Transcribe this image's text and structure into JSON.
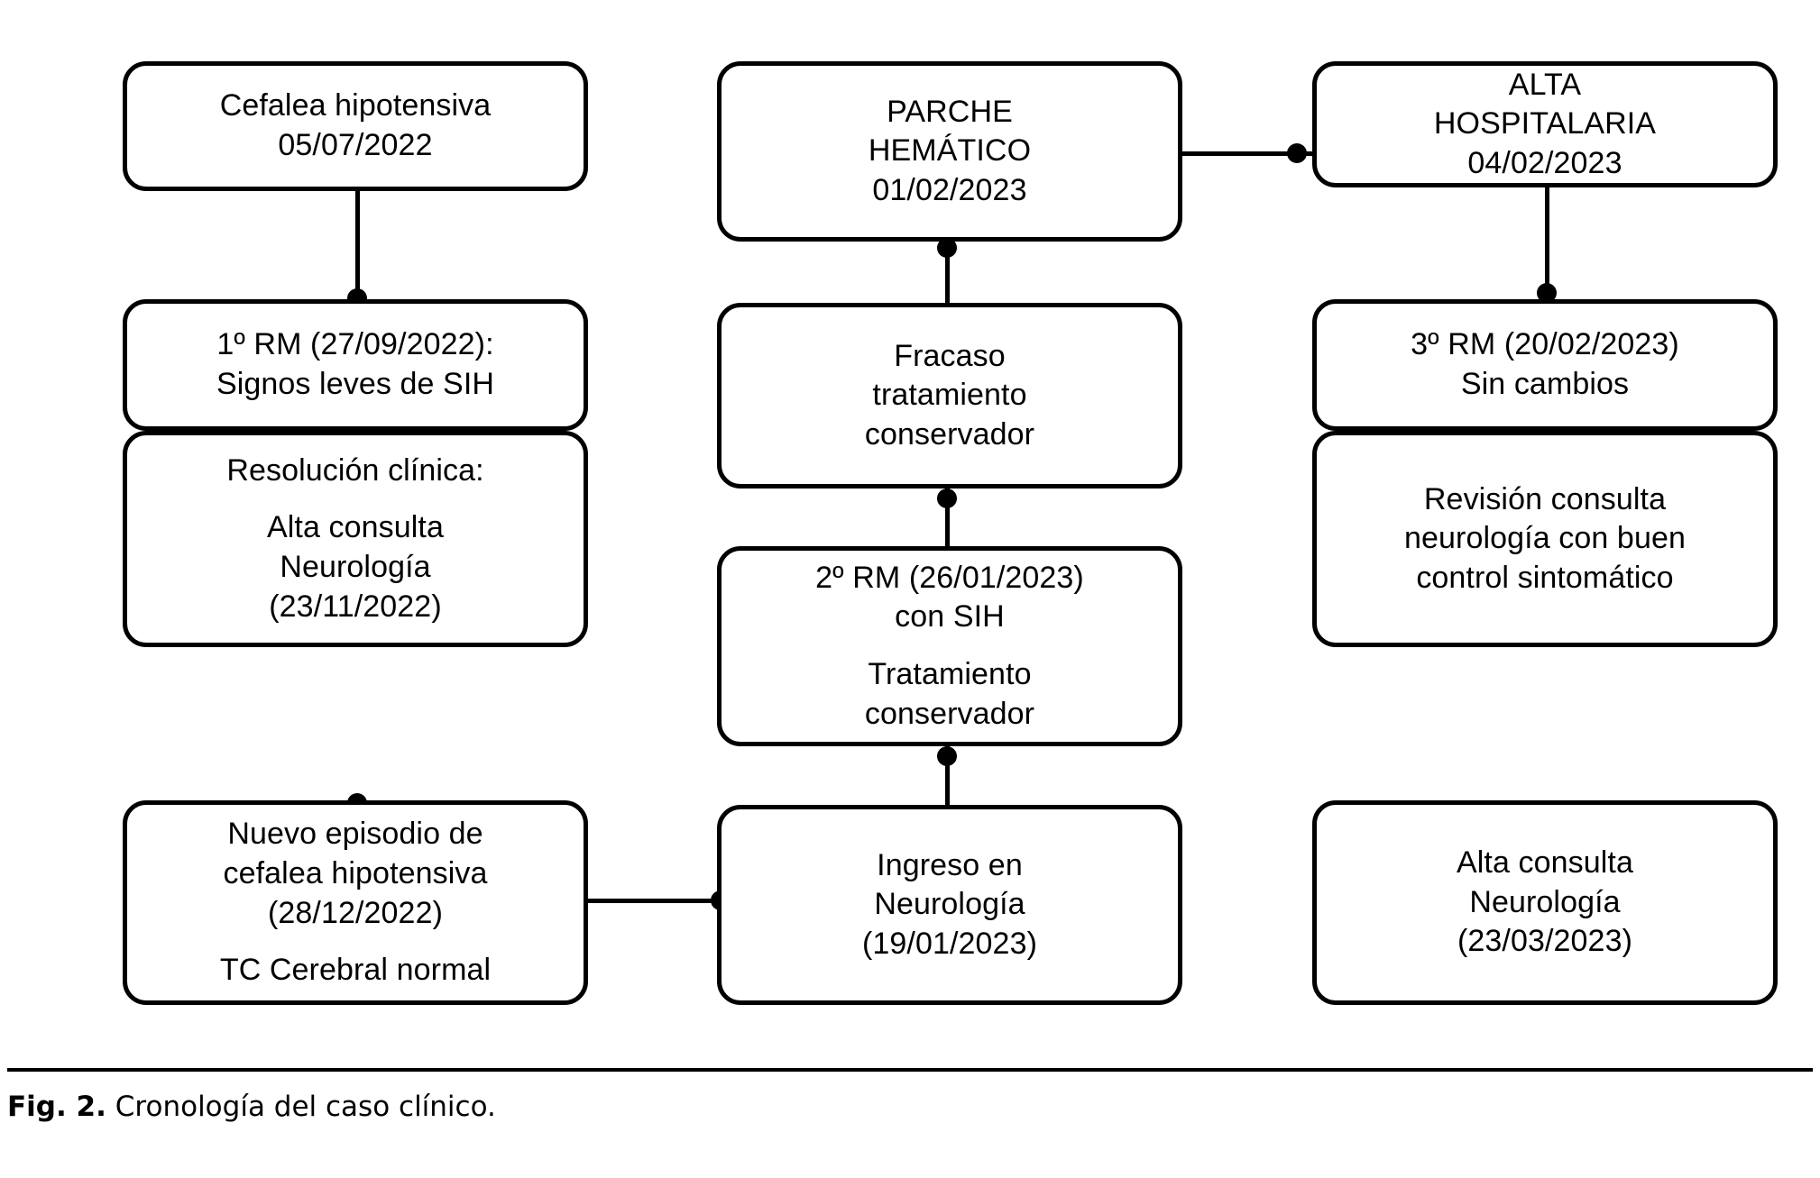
{
  "figure": {
    "caption_label": "Fig. 2.",
    "caption_text": "Cronología del caso clínico.",
    "title": "Cronología del caso clínico",
    "type": "flowchart",
    "colors": {
      "stroke": "#000000",
      "fill": "#ffffff",
      "text": "#000000"
    }
  },
  "columns": [
    {
      "id": "column-1",
      "flow_direction": "down",
      "nodes": [
        {
          "id": "node-cefalea-hipotensiva",
          "lines": [
            "Cefalea hipotensiva",
            "05/07/2022"
          ]
        },
        {
          "id": "node-rm1",
          "lines": [
            "1º RM (27/09/2022):",
            "Signos leves de SIH"
          ]
        },
        {
          "id": "node-resolucion-clinica",
          "lines": [
            "Resolución clínica:",
            "Alta consulta",
            "Neurología",
            "(23/11/2022)"
          ]
        },
        {
          "id": "node-nuevo-episodio",
          "lines": [
            "Nuevo episodio de",
            "cefalea hipotensiva",
            "(28/12/2022)",
            "TC Cerebral normal"
          ]
        }
      ]
    },
    {
      "id": "column-2",
      "flow_direction": "up",
      "nodes": [
        {
          "id": "node-parche-hematico",
          "lines": [
            "PARCHE",
            "HEMÁTICO",
            "01/02/2023"
          ]
        },
        {
          "id": "node-fracaso-tratamiento",
          "lines": [
            "Fracaso",
            "tratamiento",
            "conservador"
          ]
        },
        {
          "id": "node-rm2",
          "lines": [
            "2º RM (26/01/2023)",
            "con SIH",
            "Tratamiento",
            "conservador"
          ]
        },
        {
          "id": "node-ingreso-neurologia",
          "lines": [
            "Ingreso en",
            "Neurología",
            "(19/01/2023)"
          ]
        }
      ]
    },
    {
      "id": "column-3",
      "flow_direction": "down",
      "nodes": [
        {
          "id": "node-alta-hospitalaria",
          "lines": [
            "ALTA",
            "HOSPITALARIA",
            "04/02/2023"
          ]
        },
        {
          "id": "node-rm3",
          "lines": [
            "3º RM (20/02/2023)",
            "Sin cambios"
          ]
        },
        {
          "id": "node-revision-consulta",
          "lines": [
            "Revisión consulta",
            "neurología con buen",
            "control sintomático"
          ]
        },
        {
          "id": "node-alta-consulta",
          "lines": [
            "Alta consulta",
            "Neurología",
            "(23/03/2023)"
          ]
        }
      ]
    }
  ],
  "edges": [
    {
      "id": "edge-cefalea-to-rm1",
      "from": "node-cefalea-hipotensiva",
      "to": "node-rm1",
      "orientation": "vertical"
    },
    {
      "id": "edge-rm1-to-resolucion",
      "from": "node-rm1",
      "to": "node-resolucion-clinica",
      "orientation": "vertical"
    },
    {
      "id": "edge-resolucion-to-nuevo-episodio",
      "from": "node-resolucion-clinica",
      "to": "node-nuevo-episodio",
      "orientation": "vertical"
    },
    {
      "id": "edge-nuevo-episodio-to-ingreso",
      "from": "node-nuevo-episodio",
      "to": "node-ingreso-neurologia",
      "orientation": "horizontal"
    },
    {
      "id": "edge-ingreso-to-rm2",
      "from": "node-ingreso-neurologia",
      "to": "node-rm2",
      "orientation": "vertical"
    },
    {
      "id": "edge-rm2-to-fracaso",
      "from": "node-rm2",
      "to": "node-fracaso-tratamiento",
      "orientation": "vertical"
    },
    {
      "id": "edge-fracaso-to-parche",
      "from": "node-fracaso-tratamiento",
      "to": "node-parche-hematico",
      "orientation": "vertical"
    },
    {
      "id": "edge-parche-to-alta-hospitalaria",
      "from": "node-parche-hematico",
      "to": "node-alta-hospitalaria",
      "orientation": "horizontal"
    },
    {
      "id": "edge-alta-hospitalaria-to-rm3",
      "from": "node-alta-hospitalaria",
      "to": "node-rm3",
      "orientation": "vertical"
    },
    {
      "id": "edge-rm3-to-revision",
      "from": "node-rm3",
      "to": "node-revision-consulta",
      "orientation": "vertical"
    },
    {
      "id": "edge-revision-to-alta-consulta",
      "from": "node-revision-consulta",
      "to": "node-alta-consulta",
      "orientation": "vertical"
    }
  ]
}
